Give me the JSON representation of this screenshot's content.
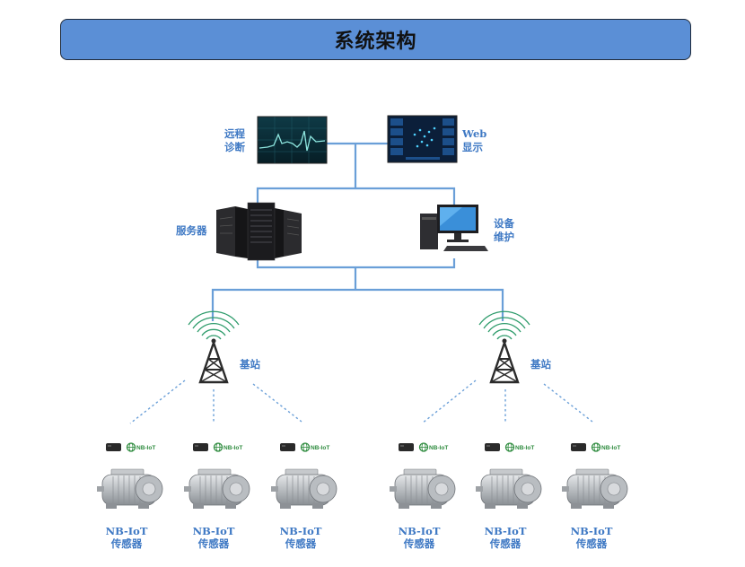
{
  "title": "系统架构",
  "top_nodes": {
    "remote_diagnosis": {
      "line1": "远程",
      "line2": "诊断"
    },
    "web_display": {
      "line1": "Web",
      "line2": "显示"
    }
  },
  "mid_nodes": {
    "server": {
      "label": "服务器"
    },
    "maintenance": {
      "line1": "设备",
      "line2": "维护"
    }
  },
  "base_stations": [
    {
      "label": "基站"
    },
    {
      "label": "基站"
    }
  ],
  "sensor_badge": "NB-IoT",
  "sensors": [
    {
      "line1": "NB-IoT",
      "line2": "传感器"
    },
    {
      "line1": "NB-IoT",
      "line2": "传感器"
    },
    {
      "line1": "NB-IoT",
      "line2": "传感器"
    },
    {
      "line1": "NB-IoT",
      "line2": "传感器"
    },
    {
      "line1": "NB-IoT",
      "line2": "传感器"
    },
    {
      "line1": "NB-IoT",
      "line2": "传感器"
    }
  ],
  "colors": {
    "title_bg": "#5b8fd6",
    "line": "#6a9fd8",
    "label": "#3f79c4",
    "iot_green": "#2e8b3e"
  },
  "icons": [
    "ecg-monitor-icon",
    "web-dashboard-icon",
    "server-rack-icon",
    "desktop-computer-icon",
    "cell-tower-icon",
    "electric-motor-icon",
    "nb-iot-module-icon"
  ]
}
